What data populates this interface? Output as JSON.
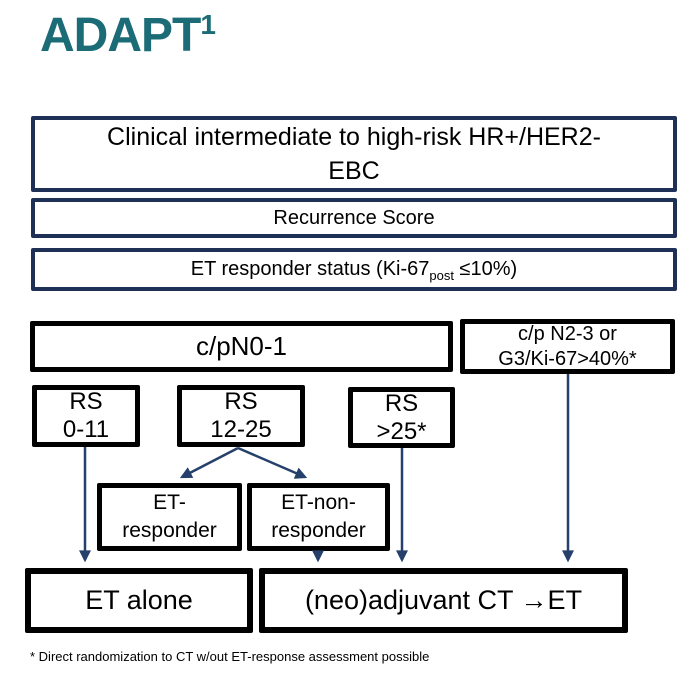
{
  "title": {
    "text": "ADAPT",
    "superscript": "1"
  },
  "boxes": {
    "clinical": {
      "line1": "Clinical intermediate to high-risk HR+/HER2-",
      "line2": "EBC"
    },
    "recurrence": {
      "label": "Recurrence Score"
    },
    "et_status": {
      "pre": "ET responder status (Ki-67",
      "sub": "post",
      "post": " ≤10%)"
    },
    "cpn01": {
      "label": "c/pN0-1"
    },
    "cpn23": {
      "line1": "c/p N2-3 or",
      "line2": "G3/Ki-67>40%*"
    },
    "rs_low": {
      "line1": "RS",
      "line2": "0-11"
    },
    "rs_mid": {
      "line1": "RS",
      "line2": "12-25"
    },
    "rs_high": {
      "line1": "RS",
      "line2": ">25*"
    },
    "et_responder": {
      "line1": "ET-",
      "line2": "responder"
    },
    "et_non_responder": {
      "line1": "ET-non-",
      "line2": "responder"
    },
    "et_alone": {
      "label": "ET alone"
    },
    "neo_ct": {
      "label": "(neo)adjuvant CT →ET"
    }
  },
  "footnote": "* Direct randomization to CT w/out ET-response assessment possible",
  "colors": {
    "title_teal": "#1B6C76",
    "navy_border": "#1F3057",
    "arrow_navy": "#24406B",
    "black_border": "#000000",
    "background": "#FFFFFF"
  }
}
